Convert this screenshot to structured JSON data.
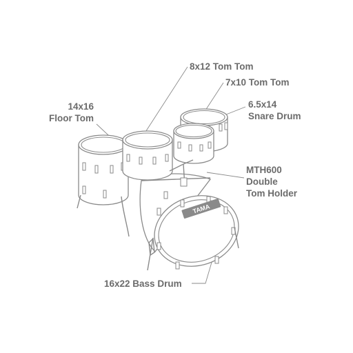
{
  "labels": {
    "tom8x12": "8x12 Tom Tom",
    "tom7x10": "7x10 Tom Tom",
    "floor_size": "14x16",
    "floor_name": "Floor Tom",
    "snare_size": "6.5x14",
    "snare_name": "Snare Drum",
    "holder_model": "MTH600",
    "holder_line1": "Double",
    "holder_line2": "Tom Holder",
    "bass": "16x22 Bass Drum"
  },
  "brand_logo": "TAMA",
  "colors": {
    "line": "#8a8a8a",
    "text": "#6b6b6b",
    "background": "#ffffff"
  }
}
